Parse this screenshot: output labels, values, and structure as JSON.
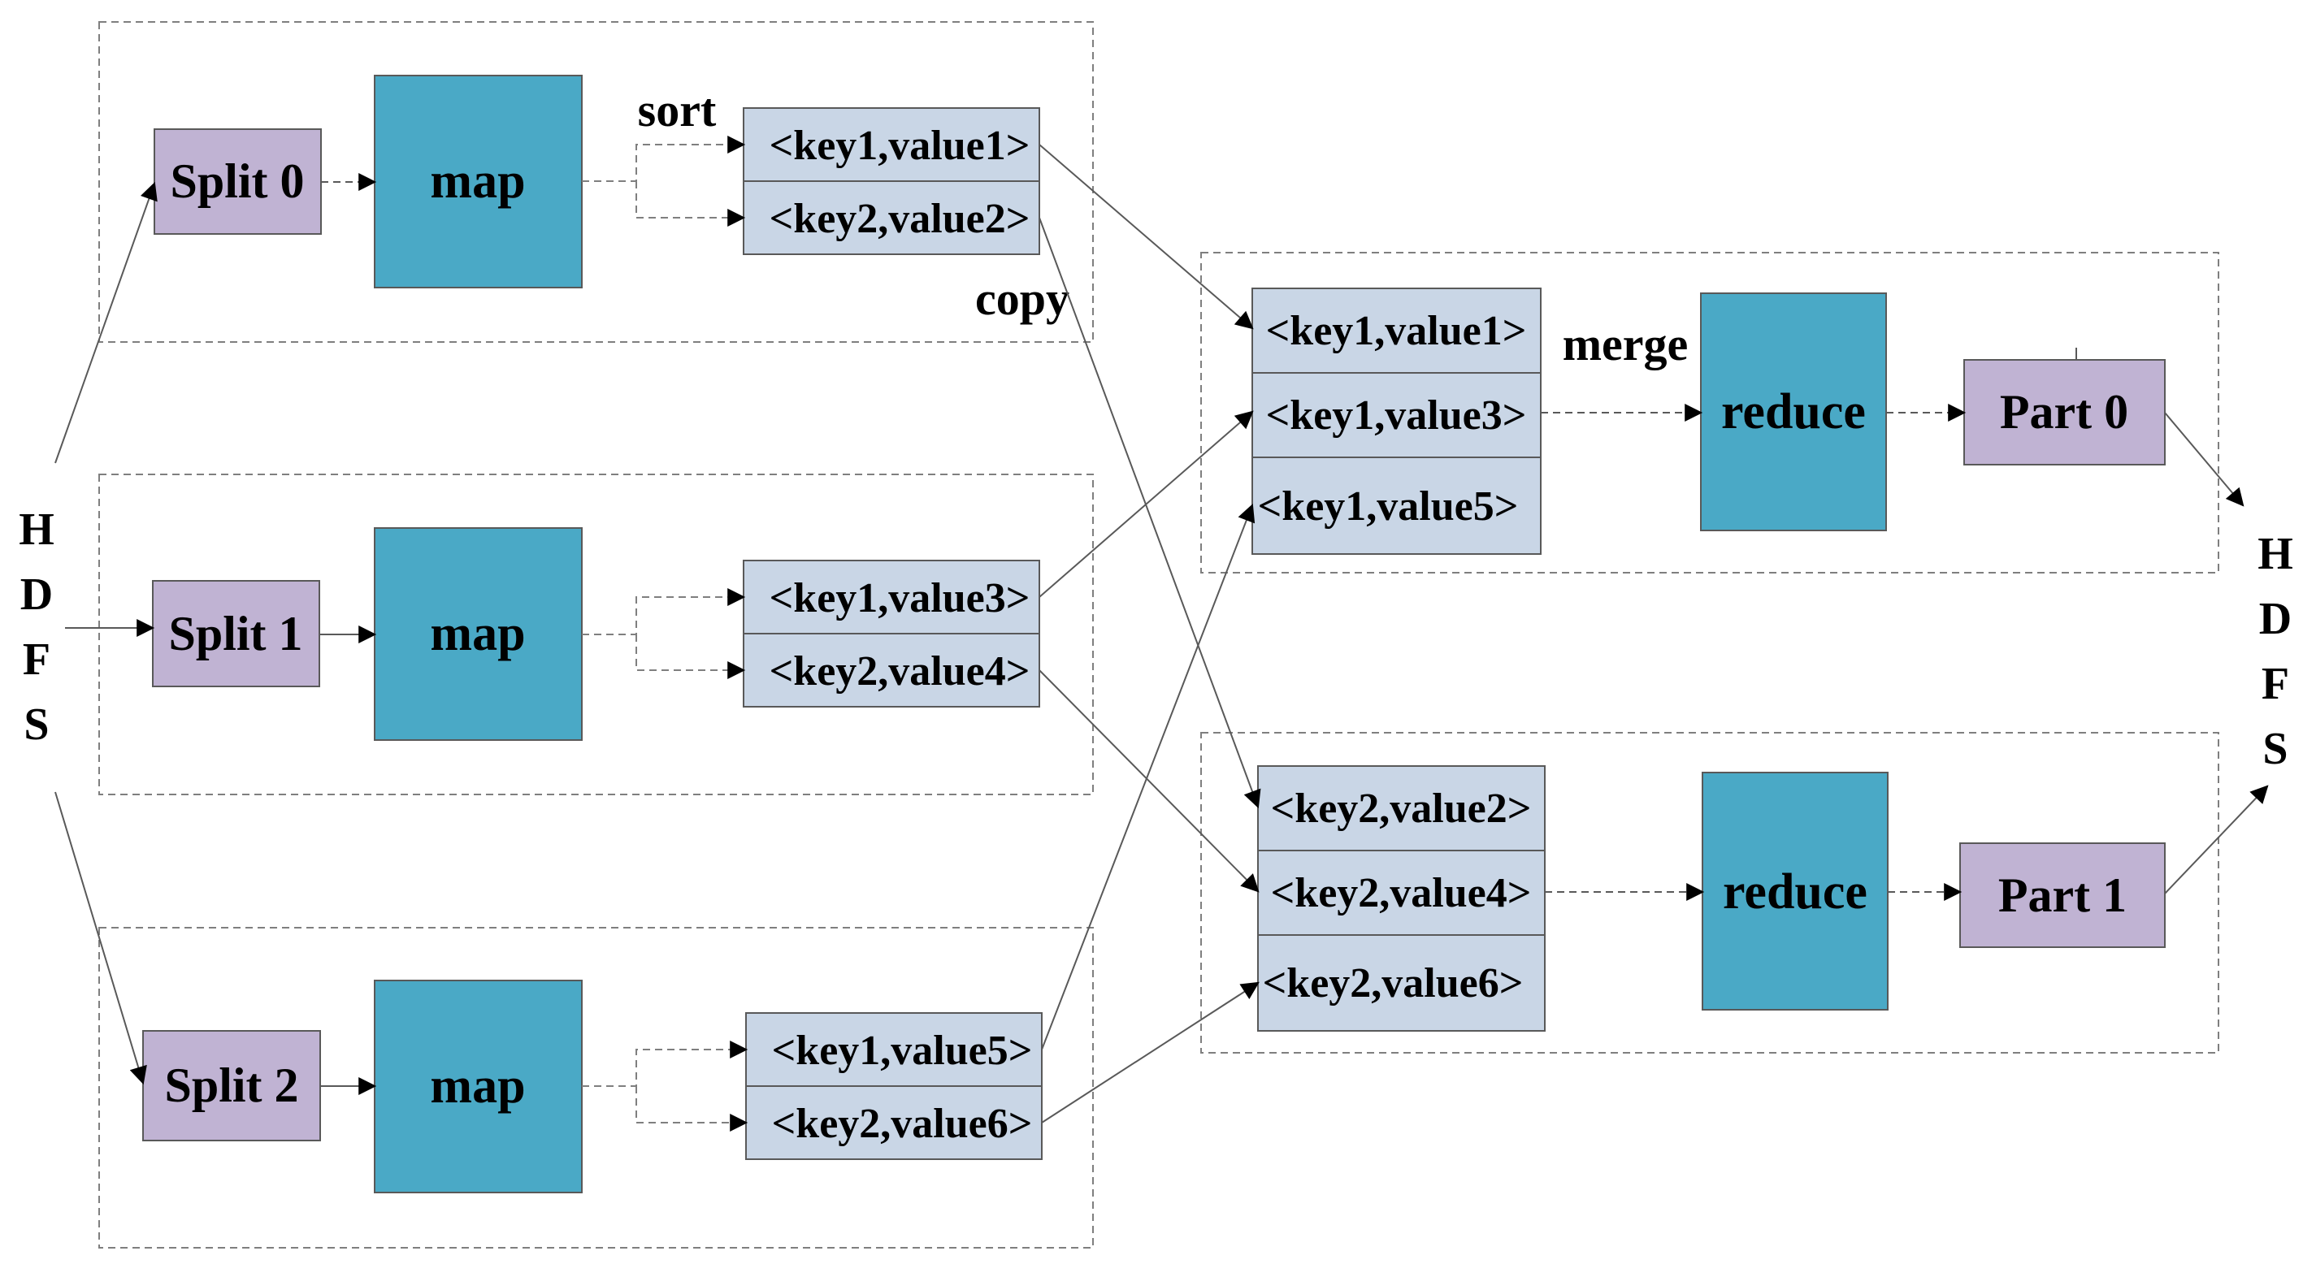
{
  "hdfs_input_letters": [
    "H",
    "D",
    "F",
    "S"
  ],
  "hdfs_output_letters": [
    "H",
    "D",
    "F",
    "S"
  ],
  "labels": {
    "sort": "sort",
    "copy": "copy",
    "merge": "merge"
  },
  "map_stages": [
    {
      "split": "Split 0",
      "map": "map",
      "outputs": [
        "<key1,value1>",
        "<key2,value2>"
      ]
    },
    {
      "split": "Split 1",
      "map": "map",
      "outputs": [
        "<key1,value3>",
        "<key2,value4>"
      ]
    },
    {
      "split": "Split 2",
      "map": "map",
      "outputs": [
        "<key1,value5>",
        "<key2,value6>"
      ]
    }
  ],
  "reduce_stages": [
    {
      "inputs": [
        "<key1,value1>",
        "<key1,value3>",
        "<key1,value5>"
      ],
      "reduce": "reduce",
      "part": "Part 0"
    },
    {
      "inputs": [
        "<key2,value2>",
        "<key2,value4>",
        "<key2,value6>"
      ],
      "reduce": "reduce",
      "part": "Part 1"
    }
  ],
  "colors": {
    "split_fill": "#c0b3d3",
    "map_fill": "#4aa9c6",
    "kv_fill": "#c9d6e6",
    "stroke": "#595959",
    "dash": "#7f7f7f"
  }
}
